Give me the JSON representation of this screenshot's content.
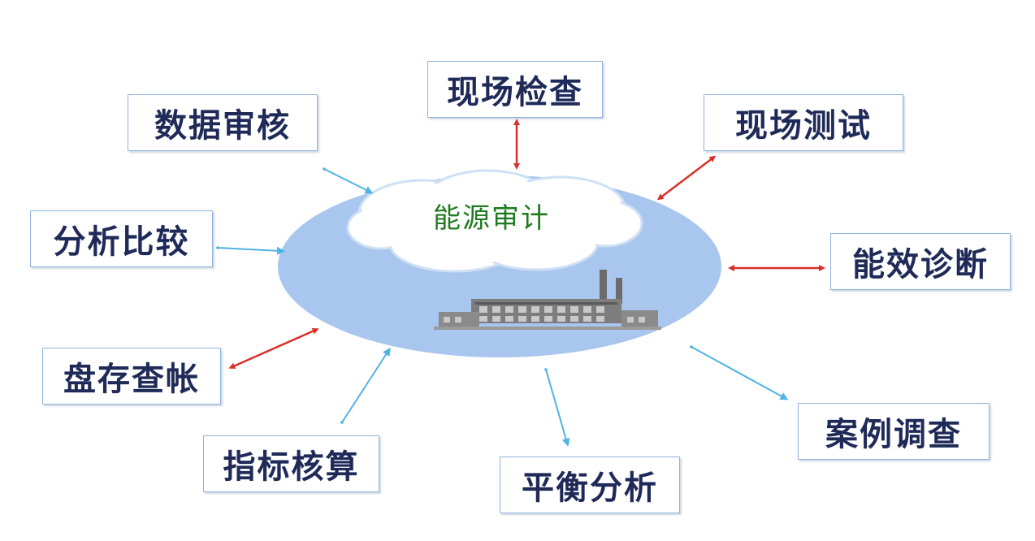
{
  "center": {
    "label": "能源审计",
    "colors": {
      "ellipse": "#a8c6ee",
      "cloud": "#ffffff",
      "label": "#1f7a1f"
    }
  },
  "nodes": [
    {
      "id": "xianchang-jiancha",
      "label": "现场检查",
      "arrow": "red"
    },
    {
      "id": "xianchang-ceshi",
      "label": "现场测试",
      "arrow": "red"
    },
    {
      "id": "shuju-shenhe",
      "label": "数据审核",
      "arrow": "blue"
    },
    {
      "id": "fenxi-bijiao",
      "label": "分析比较",
      "arrow": "blue"
    },
    {
      "id": "nengxiao-zhenduan",
      "label": "能效诊断",
      "arrow": "red"
    },
    {
      "id": "pancun-chazhang",
      "label": "盘存查帐",
      "arrow": "red"
    },
    {
      "id": "anli-diaocha",
      "label": "案例调查",
      "arrow": "blue"
    },
    {
      "id": "zhibiao-hesuan",
      "label": "指标核算",
      "arrow": "blue"
    },
    {
      "id": "pingheng-fenxi",
      "label": "平衡分析",
      "arrow": "blue"
    }
  ],
  "colors": {
    "red_arrow": "#d9302a",
    "blue_arrow": "#4fb3e3",
    "box_border": "#8fb3dd",
    "box_text": "#1f2a58"
  },
  "icons": {
    "factory": "factory-icon"
  }
}
